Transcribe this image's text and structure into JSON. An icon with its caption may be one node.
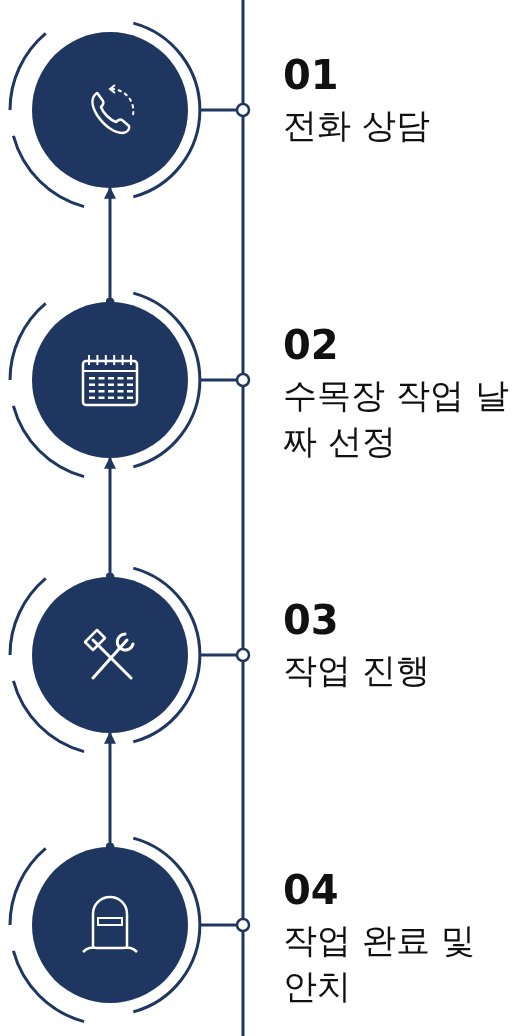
{
  "diagram": {
    "nodes": [
      {
        "text": [],
        "shape": "circle",
        "beside": [
          "01",
          "전화 상담"
        ]
      },
      {
        "text": [],
        "shape": "circle",
        "beside": [
          "02",
          "수목장 작업 날짜 선정"
        ]
      },
      {
        "text": [],
        "shape": "circle",
        "beside": [
          "03",
          "작업 진행"
        ]
      },
      {
        "text": [],
        "shape": "circle",
        "beside": [
          "04",
          "작업 완료 및 안치"
        ]
      }
    ],
    "edges": [
      {
        "from": 1,
        "to": 0,
        "arrow": "to"
      },
      {
        "from": 2,
        "to": 1,
        "arrow": "to"
      },
      {
        "from": 3,
        "to": 2,
        "arrow": "to"
      }
    ]
  }
}
